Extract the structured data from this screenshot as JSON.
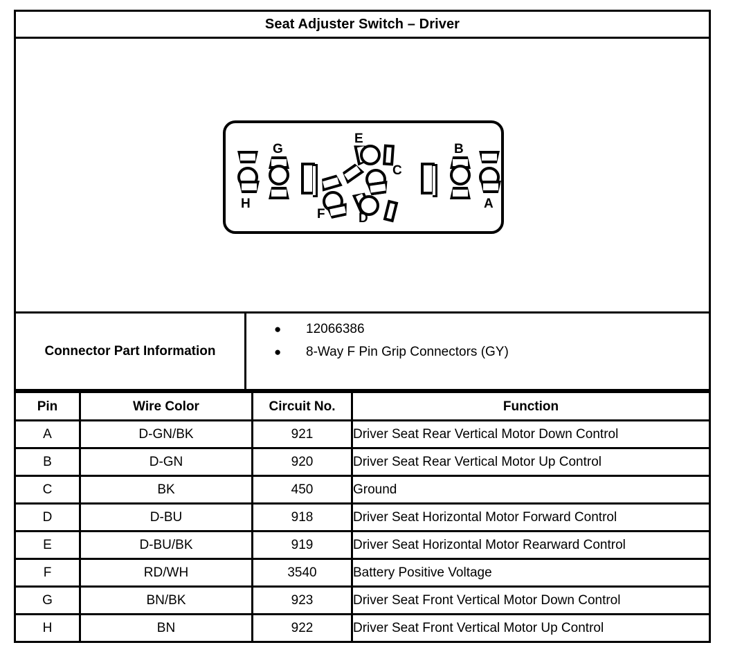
{
  "document": {
    "title": "Seat Adjuster Switch – Driver"
  },
  "connector_diagram": {
    "pins": [
      {
        "id": "H",
        "label": "H"
      },
      {
        "id": "G",
        "label": "G"
      },
      {
        "id": "F",
        "label": "F"
      },
      {
        "id": "E",
        "label": "E"
      },
      {
        "id": "D",
        "label": "D"
      },
      {
        "id": "C",
        "label": "C"
      },
      {
        "id": "B",
        "label": "B"
      },
      {
        "id": "A",
        "label": "A"
      }
    ]
  },
  "connector_part_information": {
    "label": "Connector Part Information",
    "items": [
      "12066386",
      "8-Way F Pin Grip Connectors (GY)"
    ],
    "bullet": "●"
  },
  "pin_table": {
    "headers": [
      "Pin",
      "Wire Color",
      "Circuit No.",
      "Function"
    ],
    "rows": [
      {
        "pin": "A",
        "wire_color": "D-GN/BK",
        "circuit_no": "921",
        "function": "Driver Seat Rear Vertical Motor Down Control"
      },
      {
        "pin": "B",
        "wire_color": "D-GN",
        "circuit_no": "920",
        "function": "Driver Seat Rear Vertical Motor Up Control"
      },
      {
        "pin": "C",
        "wire_color": "BK",
        "circuit_no": "450",
        "function": "Ground"
      },
      {
        "pin": "D",
        "wire_color": "D-BU",
        "circuit_no": "918",
        "function": "Driver Seat Horizontal Motor Forward Control"
      },
      {
        "pin": "E",
        "wire_color": "D-BU/BK",
        "circuit_no": "919",
        "function": "Driver Seat Horizontal Motor Rearward Control"
      },
      {
        "pin": "F",
        "wire_color": "RD/WH",
        "circuit_no": "3540",
        "function": "Battery Positive Voltage"
      },
      {
        "pin": "G",
        "wire_color": "BN/BK",
        "circuit_no": "923",
        "function": "Driver Seat Front Vertical Motor Down Control"
      },
      {
        "pin": "H",
        "wire_color": "BN",
        "circuit_no": "922",
        "function": "Driver Seat Front Vertical Motor Up Control"
      }
    ]
  },
  "colors": {
    "ink": "#000000",
    "paper": "#ffffff"
  }
}
